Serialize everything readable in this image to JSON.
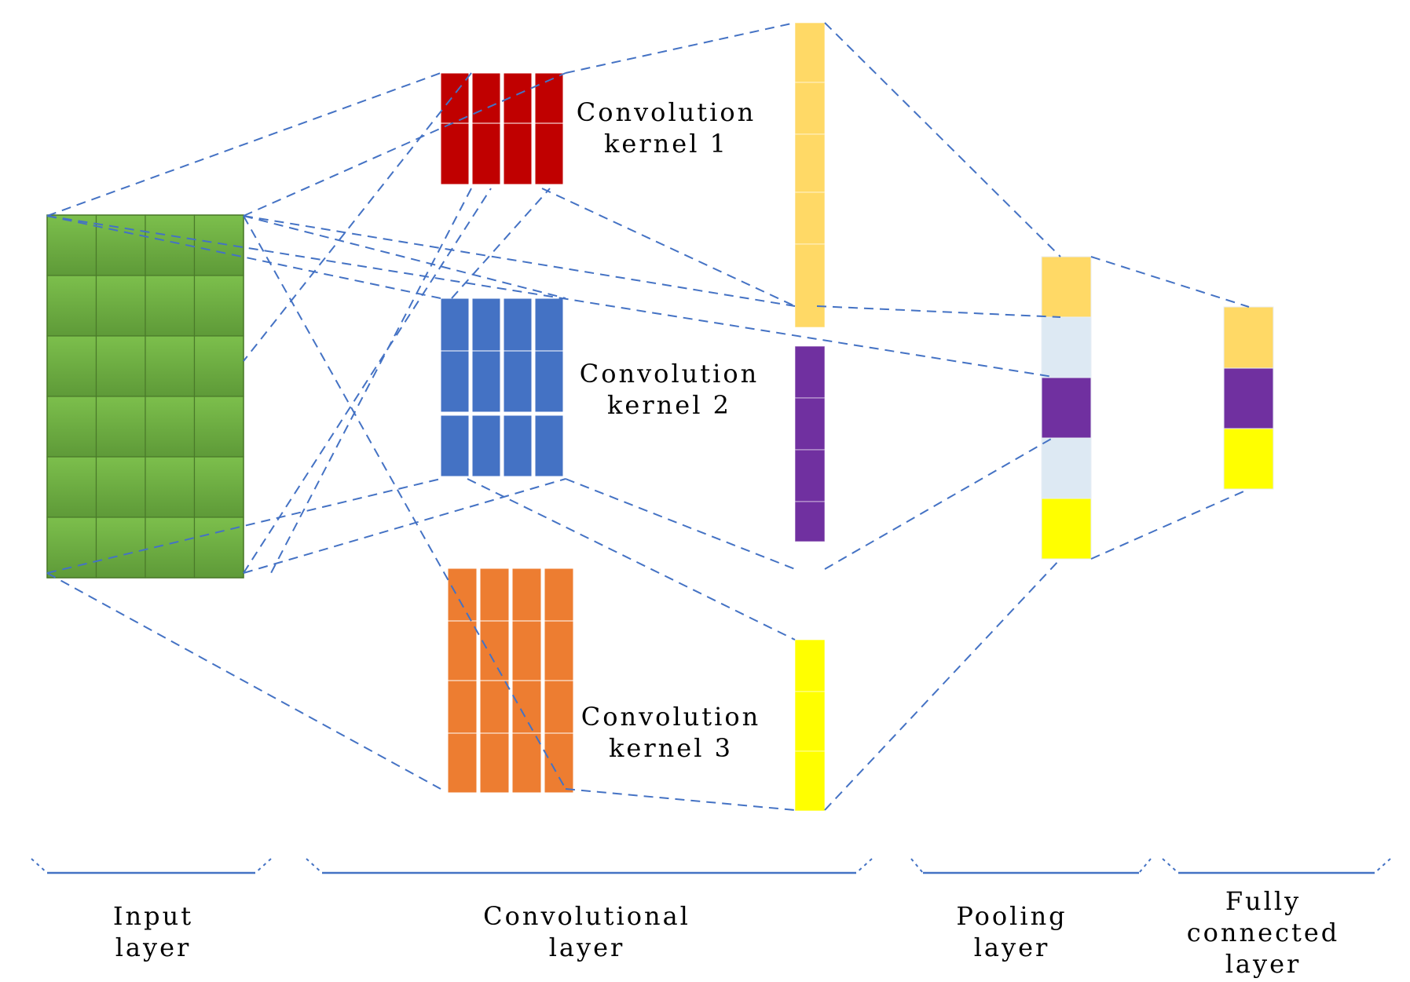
{
  "colors": {
    "input": "#70ad47",
    "kernel_1": "#c00000",
    "kernel_2": "#4472c4",
    "kernel_3": "#ed7d31",
    "feature_orange": "#ffd966",
    "feature_purple": "#7030a0",
    "feature_yellow": "#ffff00",
    "pool_light": "#dde9f3",
    "connector": "#4472c4"
  },
  "kernels": {
    "k1": {
      "line1": "Convolution",
      "line2": "kernel 1"
    },
    "k2": {
      "line1": "Convolution",
      "line2": "kernel 2"
    },
    "k3": {
      "line1": "Convolution",
      "line2": "kernel 3"
    }
  },
  "layers": {
    "input": {
      "line1": "Input",
      "line2": "layer"
    },
    "convolutional": {
      "line1": "Convolutional",
      "line2": "layer"
    },
    "pooling": {
      "line1": "Pooling",
      "line2": "layer"
    },
    "fully_connected": {
      "line1": "Fully",
      "line2": "connected",
      "line3": "layer"
    }
  }
}
